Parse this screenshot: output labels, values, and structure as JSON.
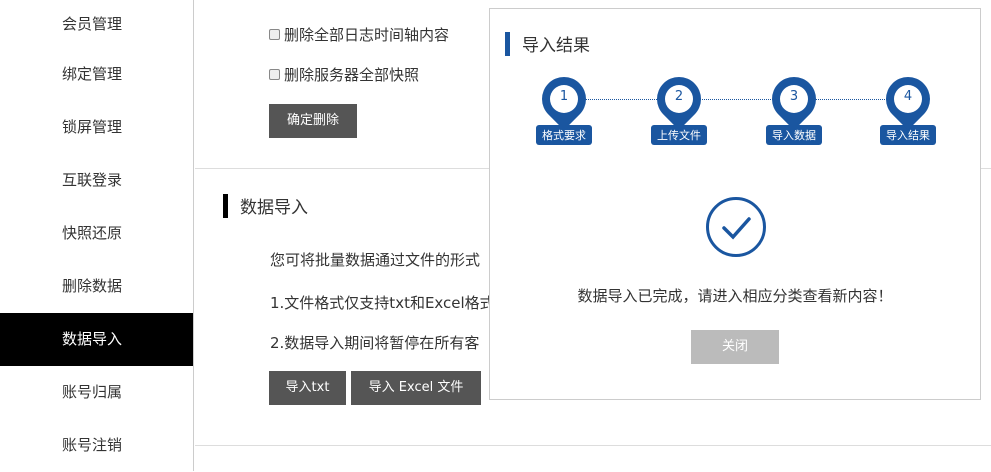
{
  "sidebar": {
    "items": [
      "会员管理",
      "绑定管理",
      "锁屏管理",
      "互联登录",
      "快照还原",
      "删除数据",
      "数据导入",
      "账号归属",
      "账号注销"
    ],
    "active": 6
  },
  "delete": {
    "options": [
      "删除全部日志时间轴内容",
      "删除服务器全部快照"
    ],
    "confirm": "确定删除"
  },
  "import": {
    "title": "数据导入",
    "lines": [
      "您可将批量数据通过文件的形式",
      "1.文件格式仅支持txt和Excel格式",
      "2.数据导入期间将暂停在所有客"
    ],
    "btn_txt": "导入txt",
    "btn_excel": "导入 Excel 文件"
  },
  "modal": {
    "title": "导入结果",
    "steps": [
      {
        "num": "1",
        "label": "格式要求"
      },
      {
        "num": "2",
        "label": "上传文件"
      },
      {
        "num": "3",
        "label": "导入数据"
      },
      {
        "num": "4",
        "label": "导入结果"
      }
    ],
    "message": "数据导入已完成，请进入相应分类查看新内容！",
    "close": "关闭",
    "accent": "#1a56a0"
  }
}
